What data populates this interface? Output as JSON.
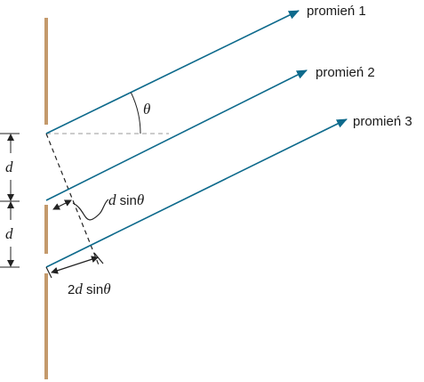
{
  "colors": {
    "barrier": "#c49a6c",
    "ray": "#0e6a8c",
    "dims": "#222222",
    "guide": "#9a9a9a"
  },
  "rays": [
    {
      "label": "promień 1"
    },
    {
      "label": "promień 2"
    },
    {
      "label": "promień 3"
    }
  ],
  "angle": {
    "symbol": "θ"
  },
  "spacing": {
    "upper": {
      "italic": "d"
    },
    "lower": {
      "italic": "d"
    }
  },
  "path_difference": {
    "single": {
      "italic": "d",
      "text": " sin",
      "symbol": "θ"
    },
    "double": {
      "prefix": "2",
      "italic": "d",
      "text": " sin",
      "symbol": "θ"
    }
  }
}
